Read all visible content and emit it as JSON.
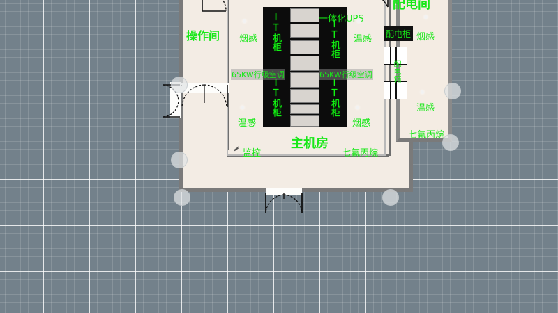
{
  "app": {
    "view": "floor-plan-editor",
    "canvas_background": "#73818b",
    "floor_fill": "#f3ece4",
    "annotation_color": "#18e818",
    "rack_color": "#0c0c0c"
  },
  "rooms": [
    {
      "id": "operation",
      "name": "操作间"
    },
    {
      "id": "main",
      "name": "主机房"
    },
    {
      "id": "power",
      "name": "配电间"
    }
  ],
  "equipment": {
    "racks": [
      {
        "label": "IT机柜"
      },
      {
        "label": "IT机柜"
      },
      {
        "label": "IT机柜"
      },
      {
        "label": "IT机柜"
      }
    ],
    "ups": {
      "label": "一体化UPS"
    },
    "aircon": [
      {
        "label": "65KW行级空调"
      },
      {
        "label": "65KW行级空调"
      }
    ],
    "power_cabinet": {
      "label": "配电柜"
    },
    "power_cabinet_vertical": {
      "label": "配电箱"
    },
    "rack_units_count": 8
  },
  "sensors": [
    {
      "label": "烟感",
      "room": "main"
    },
    {
      "label": "温感",
      "room": "main"
    },
    {
      "label": "温感",
      "room": "main"
    },
    {
      "label": "烟感",
      "room": "main"
    },
    {
      "label": "监控",
      "room": "main"
    },
    {
      "label": "七氟丙烷",
      "room": "main"
    },
    {
      "label": "烟感",
      "room": "power"
    },
    {
      "label": "温感",
      "room": "power"
    },
    {
      "label": "七氟丙烷",
      "room": "power"
    }
  ],
  "labels": {
    "operation_room": "操作间",
    "main_room": "主机房",
    "power_room": "配电间",
    "ups": "一体化UPS",
    "aircon_left": "65KW行级空调",
    "aircon_right": "65KW行级空调",
    "power_cabinet": "配电柜",
    "power_cabinet_v": "配电箱",
    "rack": "IT机柜",
    "smoke_main_top": "烟感",
    "temp_main_top": "温感",
    "temp_main_bottom": "温感",
    "smoke_main_bottom": "烟感",
    "monitor": "监控",
    "gas_main": "七氟丙烷",
    "smoke_power": "烟感",
    "temp_power": "温感",
    "gas_power": "七氟丙烷"
  },
  "selection": {
    "active": true,
    "handle_count": 6
  }
}
